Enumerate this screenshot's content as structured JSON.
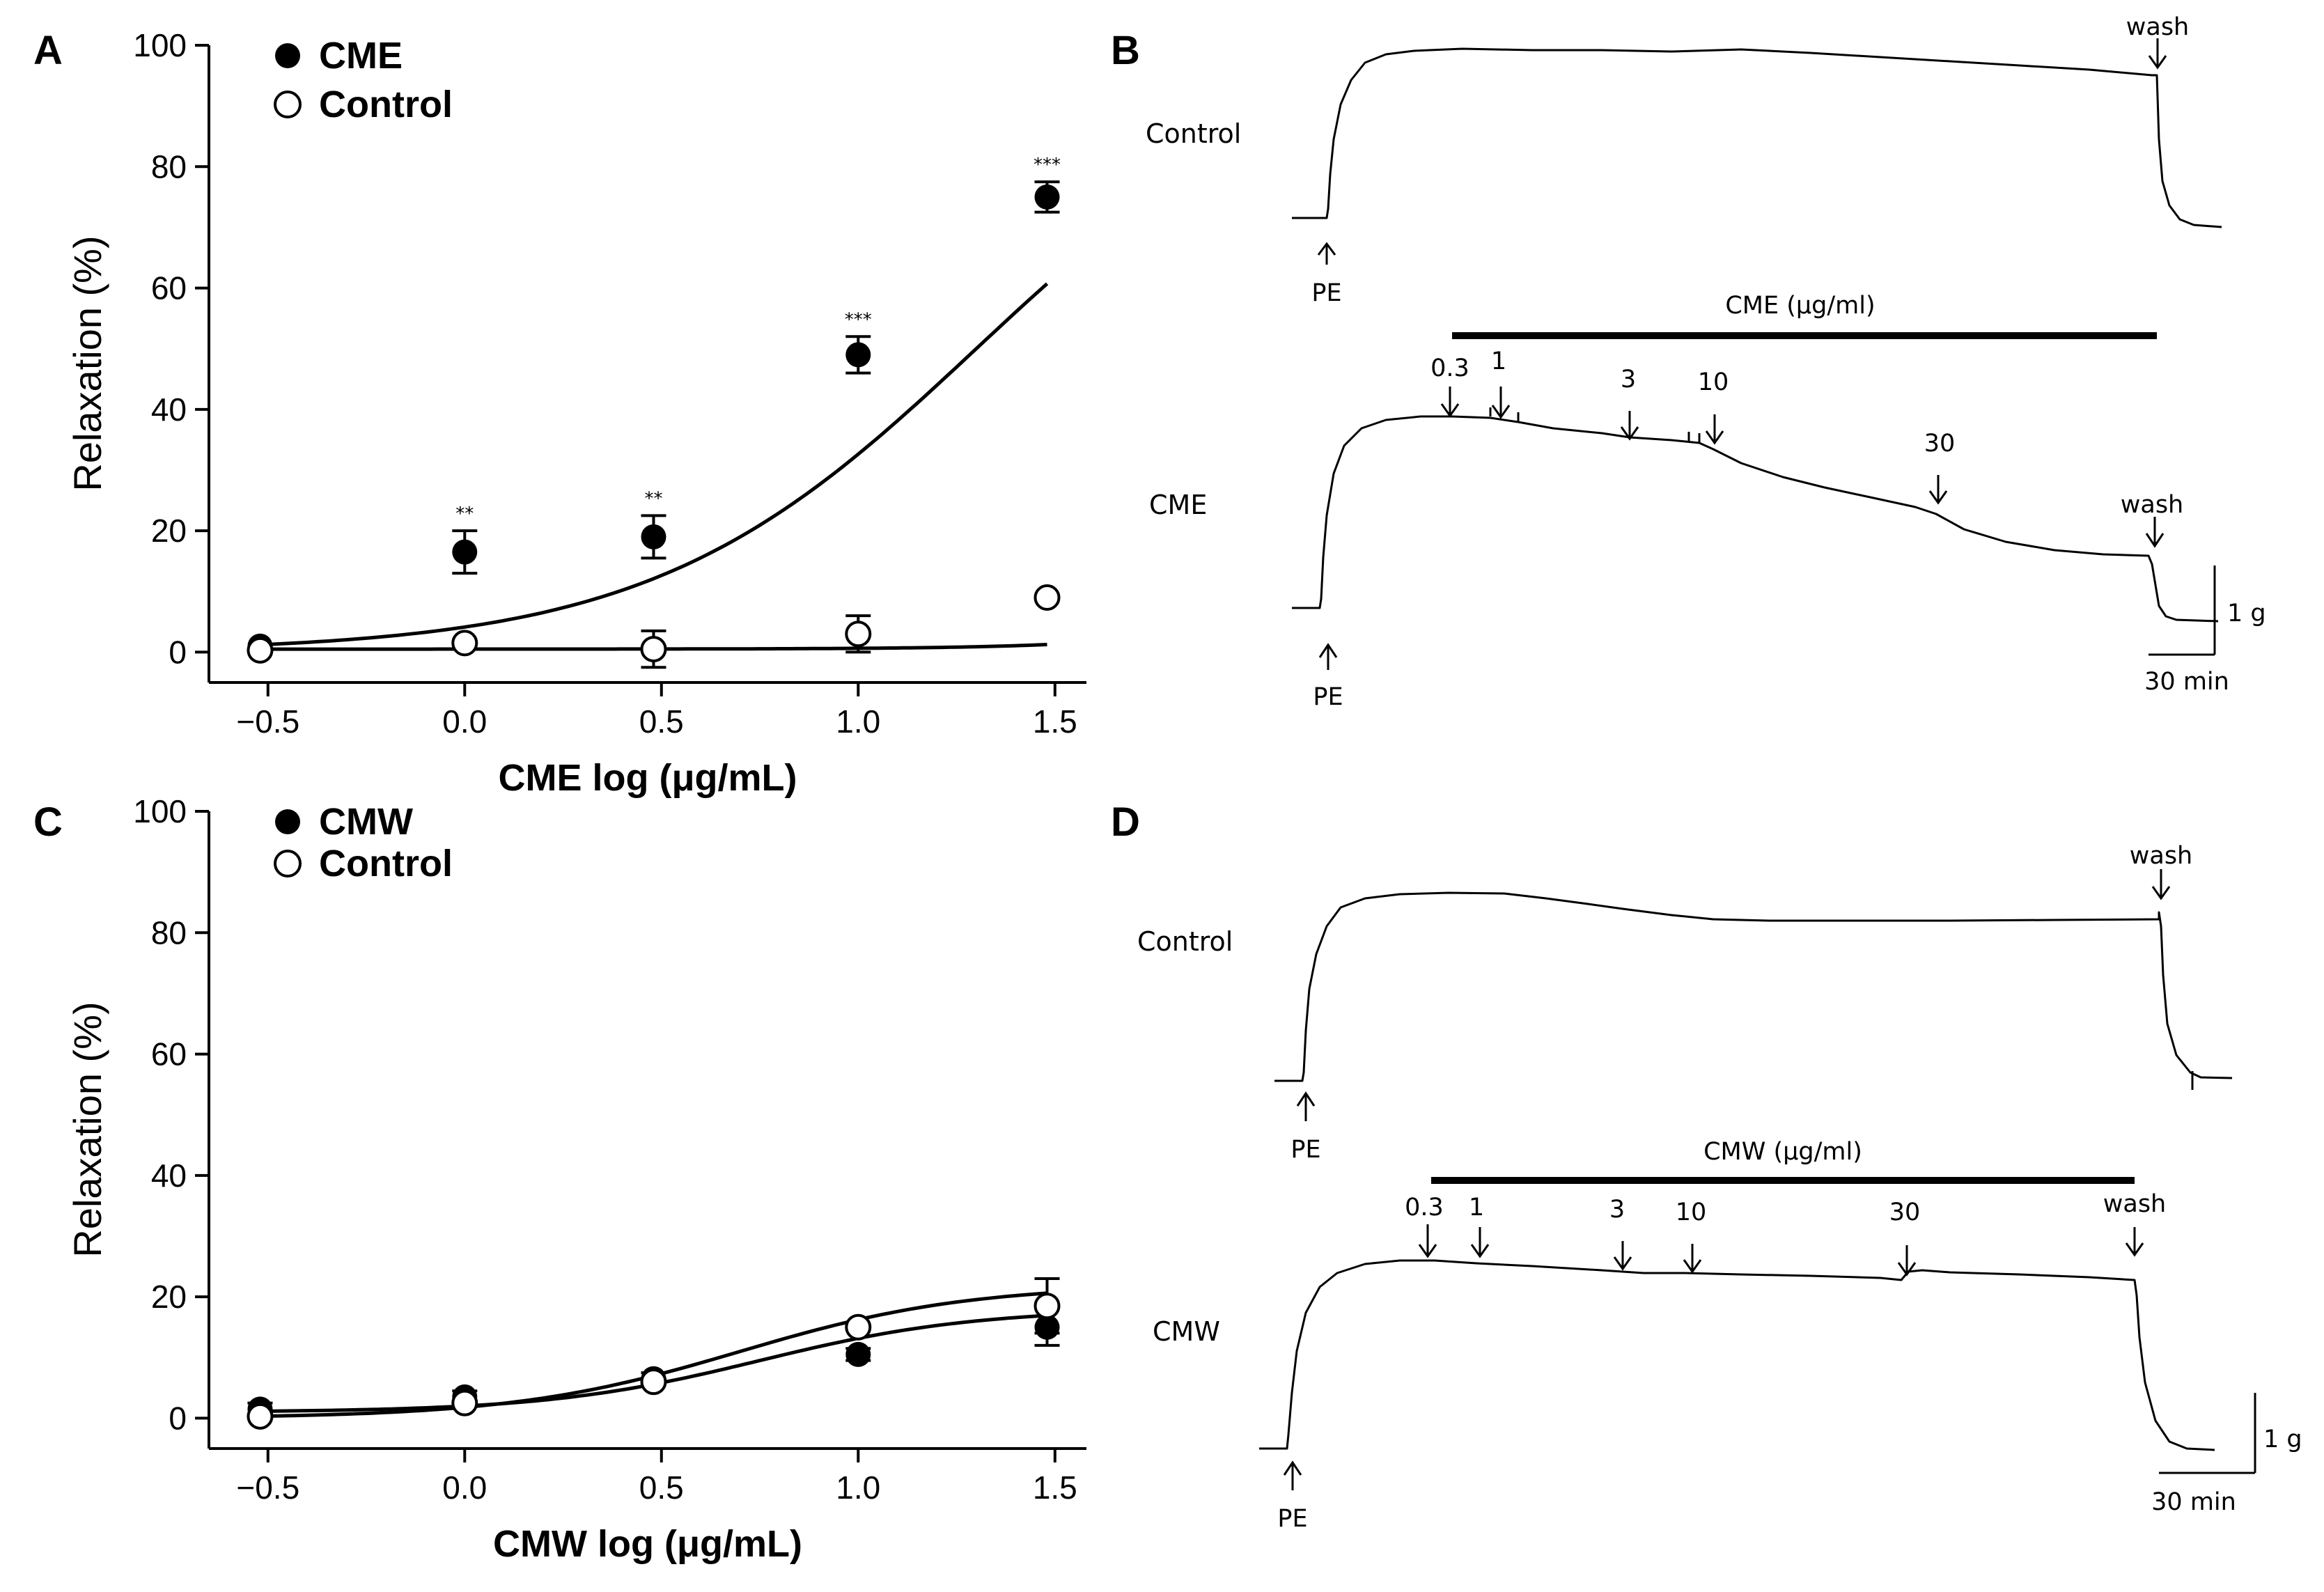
{
  "chart_data": [
    {
      "panel": "A",
      "type": "scatter",
      "xlabel": "CME log (μg/mL)",
      "ylabel": "Relaxation (%)",
      "xlim": [
        -0.65,
        1.58
      ],
      "ylim": [
        -5,
        100
      ],
      "xticks": [
        "-0.5",
        "0.0",
        "0.5",
        "1.0",
        "1.5"
      ],
      "yticks": [
        "0",
        "20",
        "40",
        "60",
        "80",
        "100"
      ],
      "legend_position": "top-left",
      "series": [
        {
          "name": "CME",
          "marker": "filled",
          "x": [
            -0.52,
            0.0,
            0.48,
            1.0,
            1.48
          ],
          "y": [
            1.0,
            16.5,
            19.0,
            49.0,
            75.0
          ],
          "err": [
            0.5,
            3.5,
            3.5,
            3.0,
            2.5
          ],
          "sig": [
            "",
            "**",
            "**",
            "***",
            "***"
          ],
          "fit": {
            "bottom": 0,
            "top": 100,
            "logEC50": 1.3,
            "hill": 1.05
          }
        },
        {
          "name": "Control",
          "marker": "open",
          "x": [
            -0.52,
            0.0,
            0.48,
            1.0,
            1.48
          ],
          "y": [
            0.3,
            1.5,
            0.5,
            3.0,
            9.0
          ],
          "err": [
            0.3,
            0.4,
            3.0,
            3.0,
            0.6
          ],
          "sig": [
            "",
            "",
            "",
            "",
            ""
          ],
          "fit": {
            "bottom": 0.5,
            "top": 40,
            "logEC50": 2.55,
            "hill": 1.6
          }
        }
      ]
    },
    {
      "panel": "C",
      "type": "scatter",
      "xlabel": "CMW log (μg/mL)",
      "ylabel": "Relaxation (%)",
      "xlim": [
        -0.65,
        1.58
      ],
      "ylim": [
        -5,
        100
      ],
      "xticks": [
        "-0.5",
        "0.0",
        "0.5",
        "1.0",
        "1.5"
      ],
      "yticks": [
        "0",
        "20",
        "40",
        "60",
        "80",
        "100"
      ],
      "legend_position": "top-left",
      "series": [
        {
          "name": "CMW",
          "marker": "filled",
          "x": [
            -0.52,
            0.0,
            0.48,
            1.0,
            1.48
          ],
          "y": [
            1.5,
            3.5,
            6.5,
            10.5,
            15.0
          ],
          "err": [
            1.0,
            1.0,
            1.0,
            1.0,
            3.0
          ],
          "sig": [
            "",
            "",
            "",
            "",
            ""
          ],
          "fit": {
            "bottom": 1,
            "top": 18,
            "logEC50": 0.75,
            "hill": 1.6
          }
        },
        {
          "name": "Control",
          "marker": "open",
          "x": [
            -0.52,
            0.0,
            0.48,
            1.0,
            1.48
          ],
          "y": [
            0.3,
            2.5,
            6.0,
            15.0,
            18.5
          ],
          "err": [
            0.5,
            0.5,
            0.5,
            0.5,
            4.5
          ],
          "sig": [
            "",
            "",
            "",
            "",
            ""
          ],
          "fit": {
            "bottom": 0,
            "top": 22,
            "logEC50": 0.7,
            "hill": 1.5
          }
        }
      ]
    }
  ],
  "panels": {
    "A": {
      "letter": "A"
    },
    "B": {
      "letter": "B",
      "control_label": "Control",
      "treated_label": "CME",
      "bar_label": "CME (μg/ml)",
      "pe_label": "PE",
      "wash_label": "wash",
      "doses": [
        "0.3",
        "1",
        "3",
        "10",
        "30"
      ],
      "scale_y": "1 g",
      "scale_x": "30 min"
    },
    "C": {
      "letter": "C"
    },
    "D": {
      "letter": "D",
      "control_label": "Control",
      "treated_label": "CMW",
      "bar_label": "CMW (μg/ml)",
      "pe_label": "PE",
      "wash_label": "wash",
      "doses": [
        "0.3",
        "1",
        "3",
        "10",
        "30"
      ],
      "scale_y": "1 g",
      "scale_x": "30 min"
    }
  }
}
